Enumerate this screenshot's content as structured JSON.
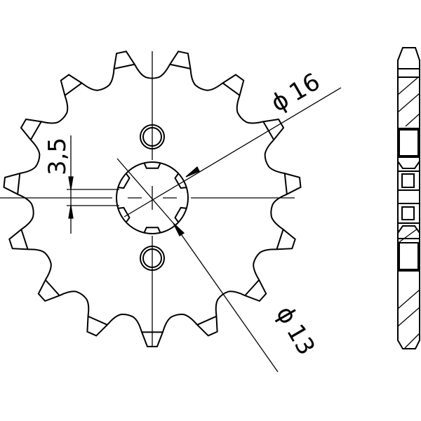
{
  "drawing": {
    "tooth_count": 15,
    "dimensions": {
      "bore_step": "3,5",
      "outer_label": "16",
      "inner_label": "13",
      "diameter_symbol": "ϕ"
    },
    "line_color": "#000000",
    "background": "#ffffff"
  }
}
